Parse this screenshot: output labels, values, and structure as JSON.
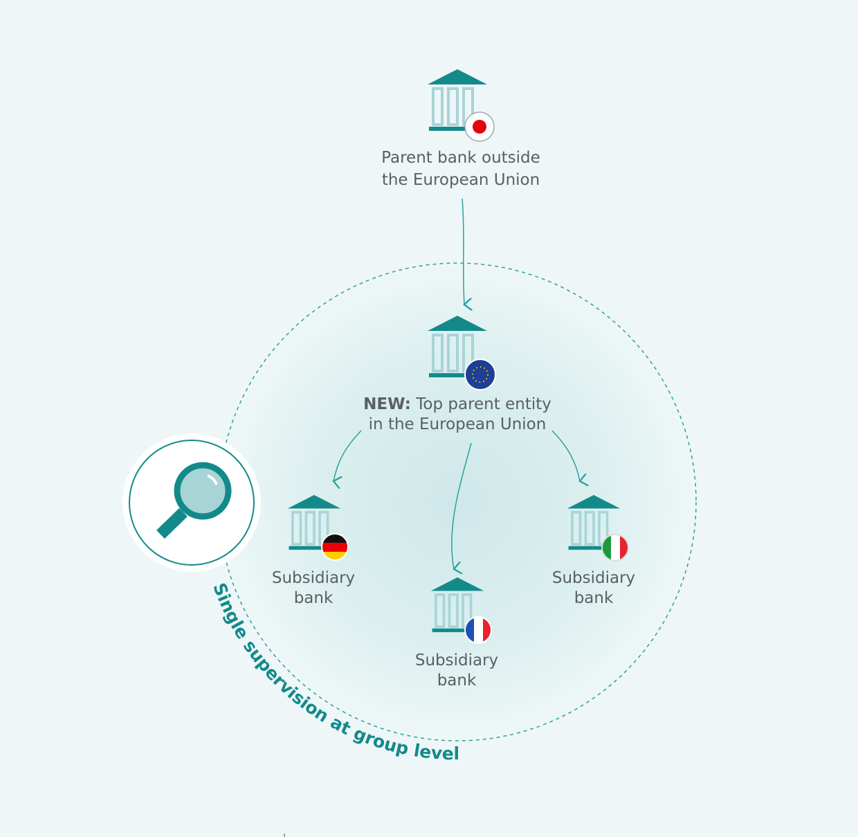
{
  "colors": {
    "teal": "#138a8a",
    "column": "#a8d4d6",
    "background": "#eef6f7"
  },
  "parent_bank": {
    "line1": "Parent bank outside",
    "line2": "the European Union",
    "flag": "japan"
  },
  "top_entity": {
    "prefix": "NEW:",
    "line1": " Top parent entity",
    "line2": "in the European Union",
    "flag": "eu"
  },
  "subsidiaries": [
    {
      "line1": "Subsidiary",
      "line2": "bank",
      "flag": "germany"
    },
    {
      "line1": "Subsidiary",
      "line2": "bank",
      "flag": "france"
    },
    {
      "line1": "Subsidiary",
      "line2": "bank",
      "flag": "italy"
    }
  ],
  "supervision_label": "Single supervision at group level",
  "icon": "magnifier-icon"
}
